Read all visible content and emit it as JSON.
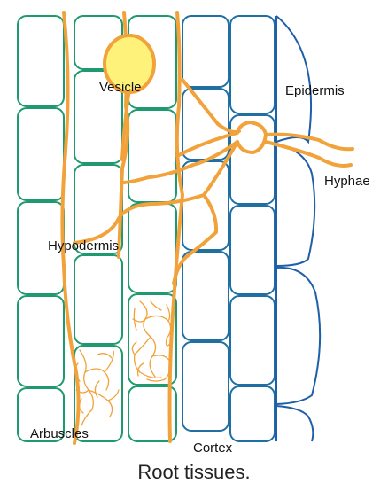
{
  "labels": {
    "vesicle": "Vesicle",
    "epidermis": "Epidermis",
    "hyphae": "Hyphae",
    "hypodermis": "Hypodermis",
    "arbuscles": "Arbuscles",
    "cortex": "Cortex"
  },
  "caption": "Root tissues.",
  "colors": {
    "hypodermis_cells": "#1e9a6e",
    "cortex_cells": "#1f6fa3",
    "epidermis_cells": "#1f5fa8",
    "hyphae": "#f2a23a",
    "vesicle_fill": "#fff27a"
  }
}
